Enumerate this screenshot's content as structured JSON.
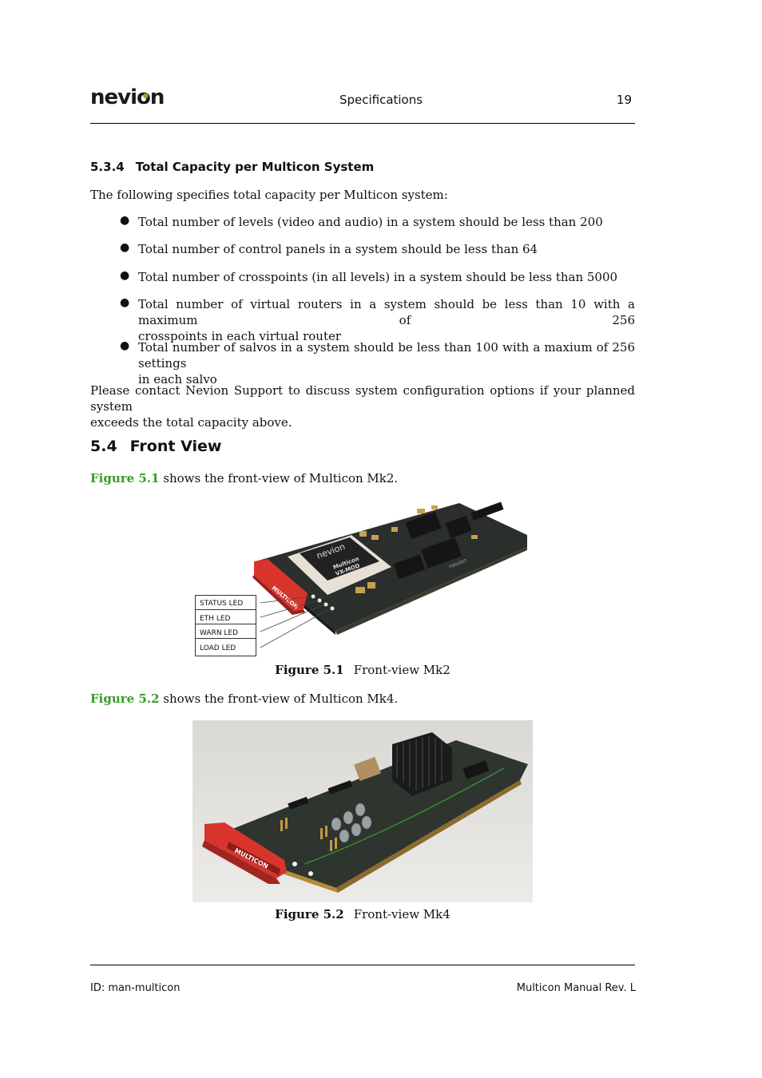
{
  "header": {
    "logo_text": "nevion",
    "title": "Specifications",
    "page_number": "19"
  },
  "section_534": {
    "number": "5.3.4",
    "title": "Total Capacity per Multicon System",
    "intro": "The following specifies total capacity per Multicon system:",
    "bullets": [
      {
        "lines": [
          "Total number of levels (video and audio) in a system should be less than 200"
        ]
      },
      {
        "lines": [
          "Total number of control panels in a system should be less than 64"
        ]
      },
      {
        "lines": [
          "Total number of crosspoints (in all levels) in a system should be less than 5000"
        ]
      },
      {
        "lines": [
          "Total number of virtual routers in a system should be less than 10 with a maximum of 256",
          "crosspoints in each virtual router"
        ]
      },
      {
        "lines": [
          "Total number of salvos in a system should be less than 100 with a maxium of 256 settings",
          "in each salvo"
        ]
      }
    ],
    "closing": [
      "Please contact Nevion Support to discuss system configuration options if your planned system",
      "exceeds the total capacity above."
    ]
  },
  "section_54": {
    "number": "5.4",
    "title": "Front View",
    "fig1_ref": {
      "link": "Figure 5.1",
      "text": " shows the front-view of Multicon Mk2."
    },
    "fig1": {
      "labels": [
        "STATUS LED",
        "ETH LED",
        "WARN LED",
        "LOAD LED"
      ],
      "module_brand": "nevion",
      "module_name": "Multicon",
      "module_sub": "VX-MOD",
      "handle_text": "MULTICON",
      "board_brand": "nevion",
      "caption_num": "Figure 5.1",
      "caption_text": "Front-view Mk2"
    },
    "fig2_ref": {
      "link": "Figure 5.2",
      "text": " shows the front-view of Multicon Mk4."
    },
    "fig2": {
      "handle_text": "MULTICON",
      "caption_num": "Figure 5.2",
      "caption_text": "Front-view Mk4"
    }
  },
  "footer": {
    "left": "ID: man-multicon",
    "right": "Multicon Manual Rev. L"
  },
  "colors": {
    "link": "#3a9a2a",
    "logo": "#1a1a1a",
    "logo_dot": "#7ab51d",
    "handle": "#d8342c"
  }
}
